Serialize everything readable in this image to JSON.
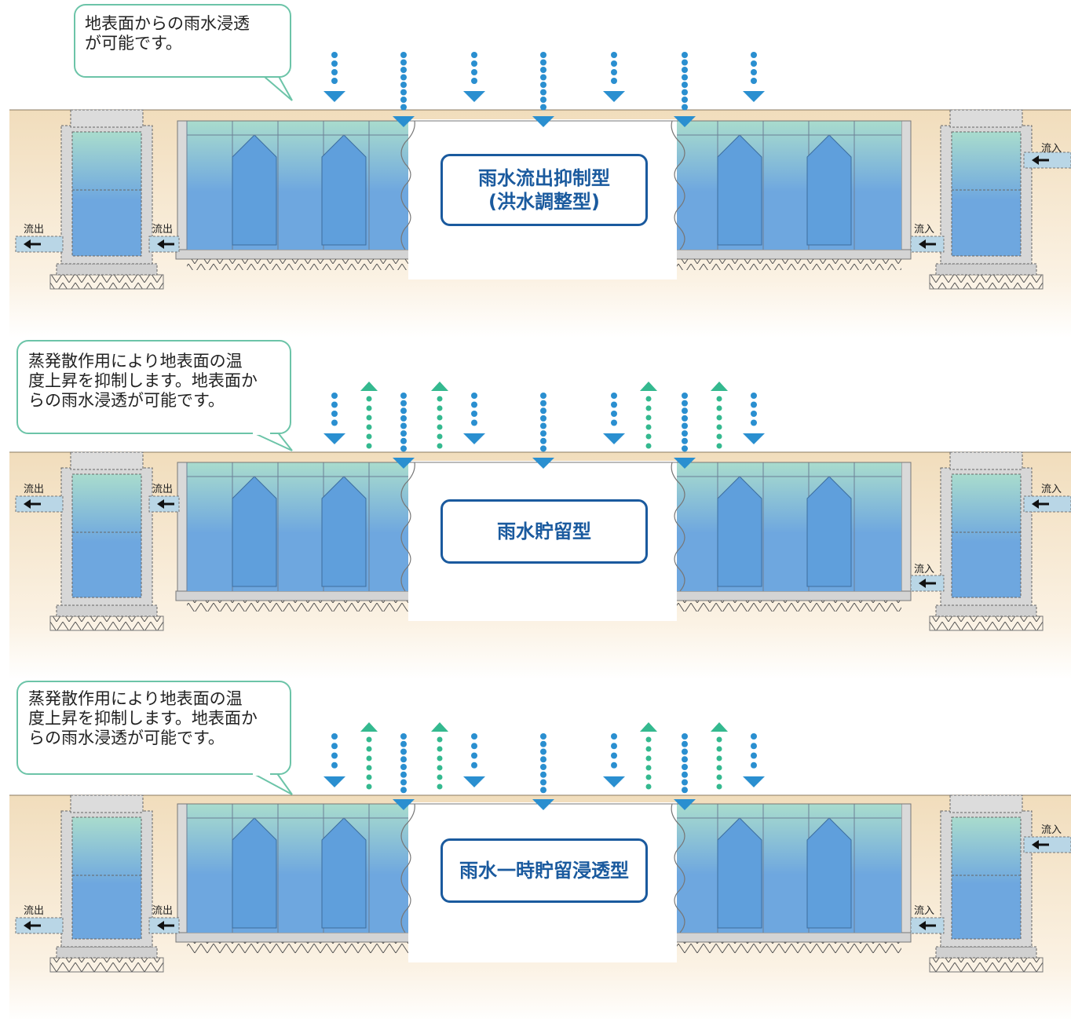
{
  "colors": {
    "soil": "#f1ddbc",
    "water_top": "#a9dccd",
    "water_bottom": "#6ea7df",
    "rain_arrow": "#2a8fd0",
    "evap_arrow": "#34b98f",
    "label_border": "#1a5a9e",
    "bubble_border": "#6cc4a8"
  },
  "panels": [
    {
      "id": "suppression",
      "bubble_lines": [
        "地表面からの雨水浸透",
        "が可能です。"
      ],
      "type_lines": [
        "雨水流出抑制型",
        "(洪水調整型)"
      ],
      "evaporation": false,
      "left_outlets": "low",
      "right_inlet": "high",
      "labels": {
        "outflow": "流出",
        "inflow": "流入"
      }
    },
    {
      "id": "storage",
      "bubble_lines": [
        "蒸発散作用により地表面の温",
        "度上昇を抑制します。地表面か",
        "らの雨水浸透が可能です。"
      ],
      "type_lines": [
        "雨水貯留型"
      ],
      "evaporation": true,
      "left_outlets": "high",
      "right_inlet": "high",
      "labels": {
        "outflow": "流出",
        "inflow": "流入"
      }
    },
    {
      "id": "temporary",
      "bubble_lines": [
        "蒸発散作用により地表面の温",
        "度上昇を抑制します。地表面か",
        "らの雨水浸透が可能です。"
      ],
      "type_lines": [
        "雨水一時貯留浸透型"
      ],
      "evaporation": true,
      "left_outlets": "low",
      "right_inlet": "high",
      "labels": {
        "outflow": "流出",
        "inflow": "流入"
      }
    }
  ]
}
